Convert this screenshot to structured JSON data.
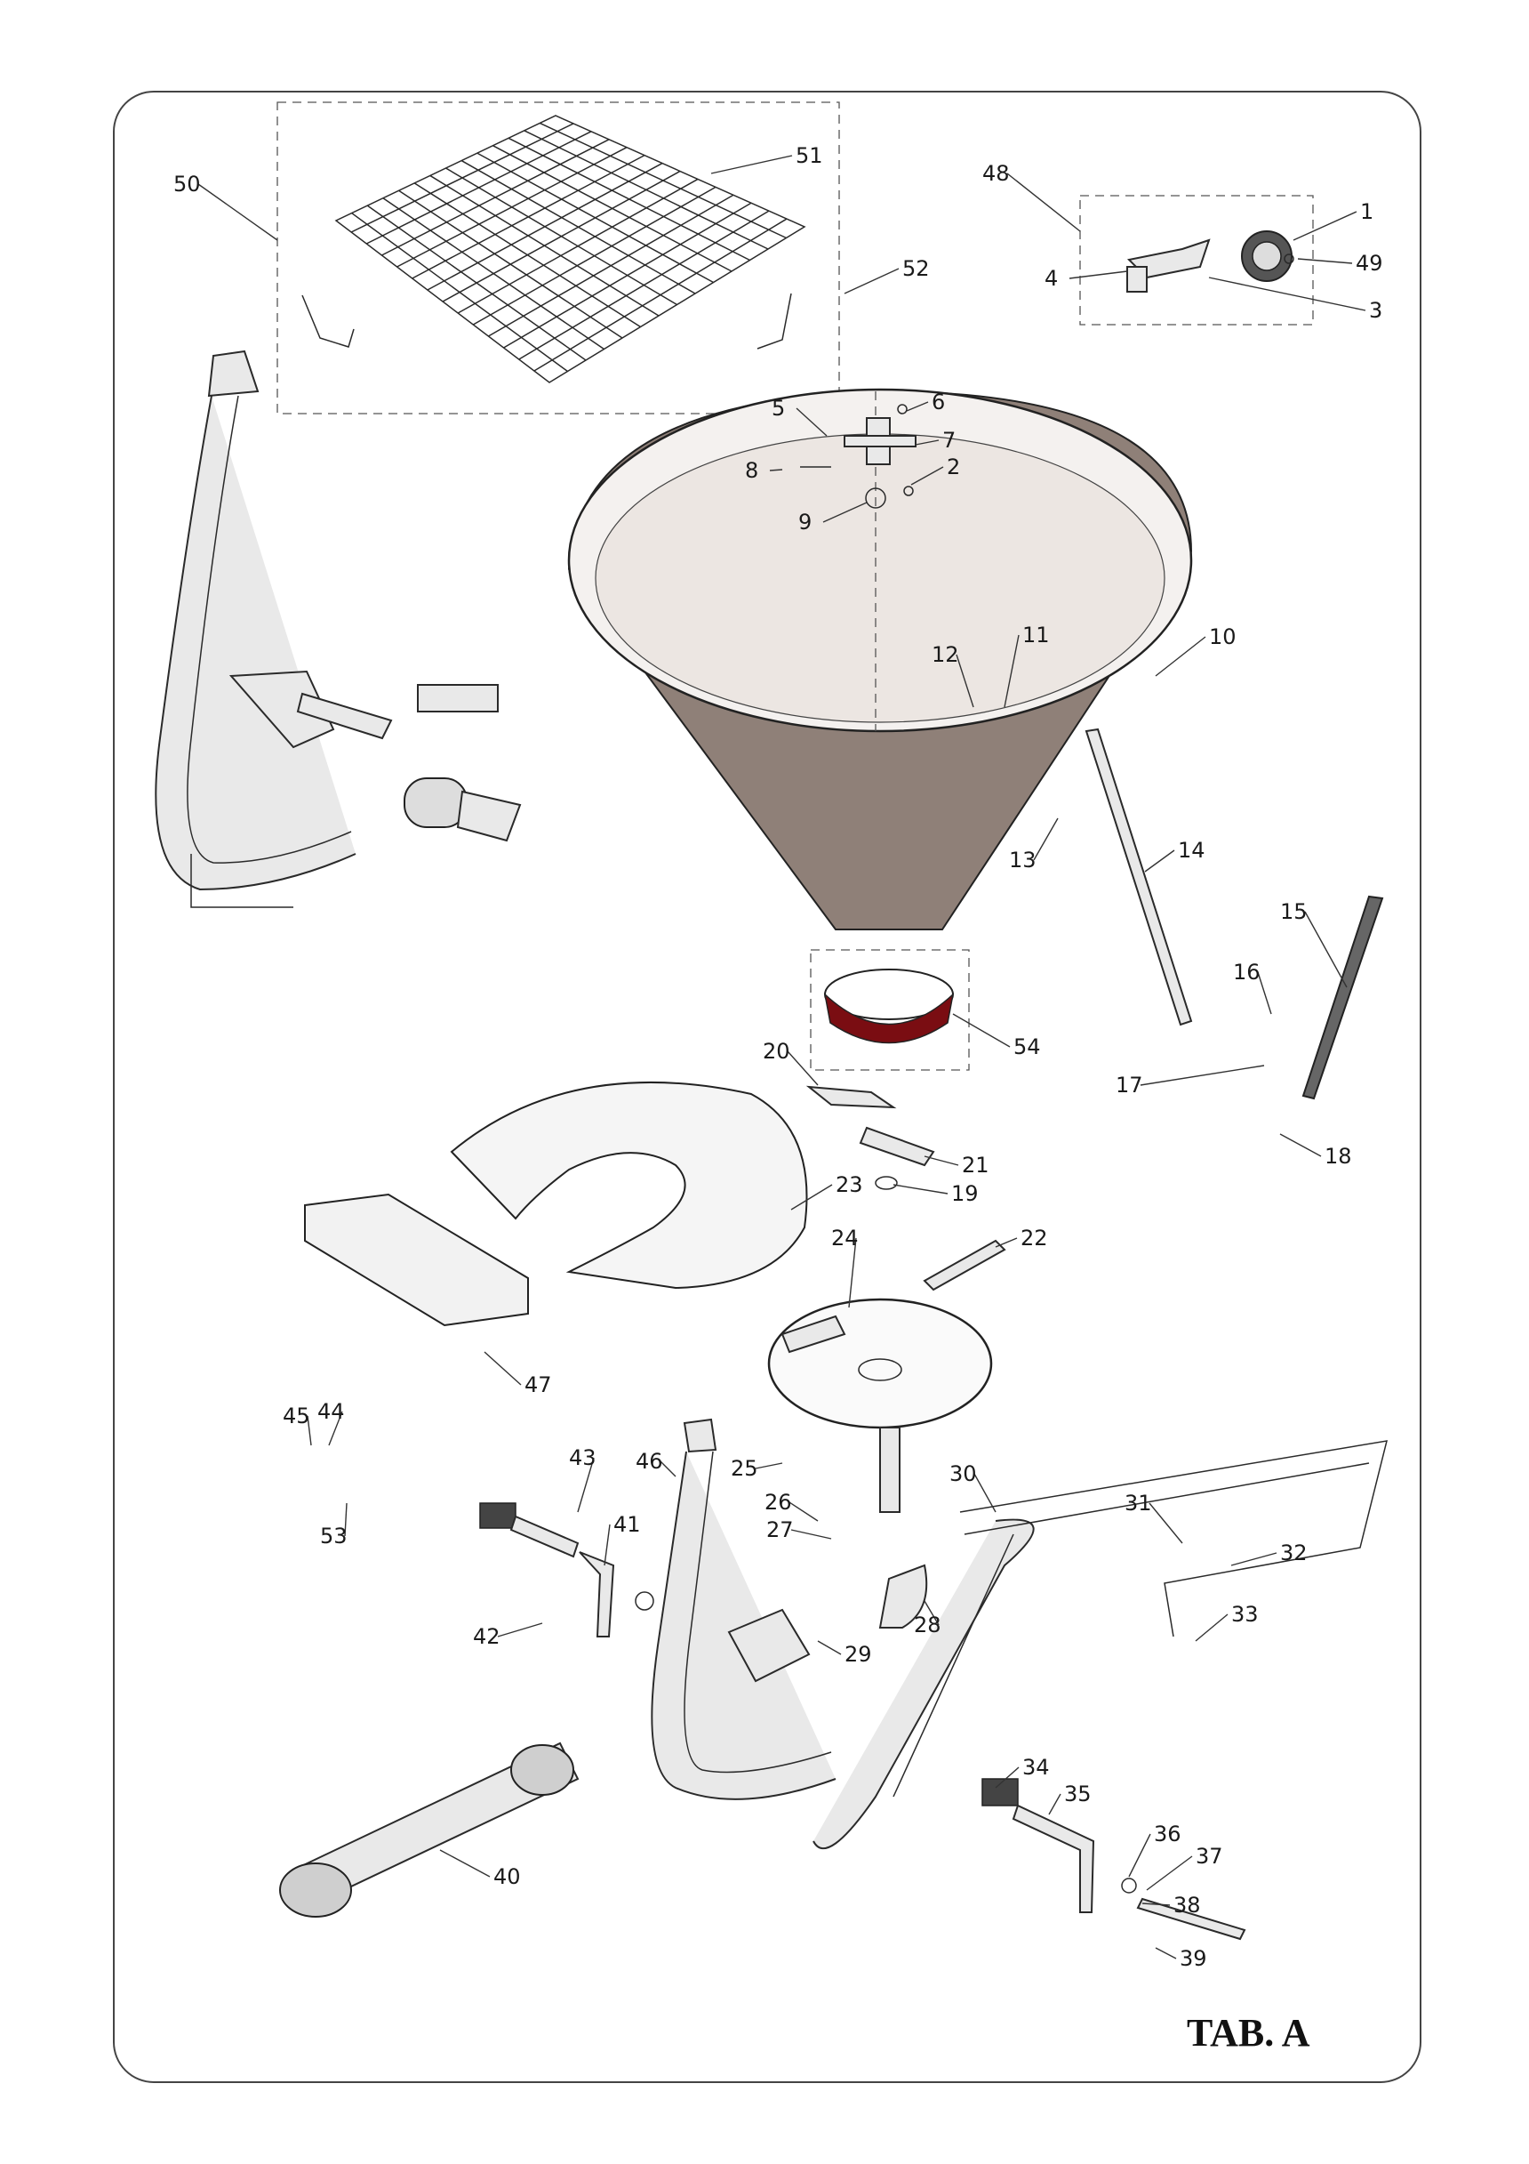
{
  "title": "TAB. A",
  "callouts": [
    "1",
    "2",
    "3",
    "4",
    "5",
    "6",
    "7",
    "8",
    "9",
    "10",
    "11",
    "12",
    "13",
    "14",
    "15",
    "16",
    "17",
    "18",
    "19",
    "20",
    "21",
    "22",
    "23",
    "24",
    "25",
    "26",
    "27",
    "28",
    "29",
    "30",
    "31",
    "32",
    "33",
    "34",
    "35",
    "36",
    "37",
    "38",
    "39",
    "40",
    "41",
    "42",
    "43",
    "44",
    "45",
    "46",
    "47",
    "48",
    "49",
    "50",
    "51",
    "52",
    "53",
    "54"
  ],
  "colors": {
    "line": "#2a2a2a",
    "hopper": "#8f8078",
    "disc_accent": "#7a0d12",
    "background": "#ffffff"
  }
}
